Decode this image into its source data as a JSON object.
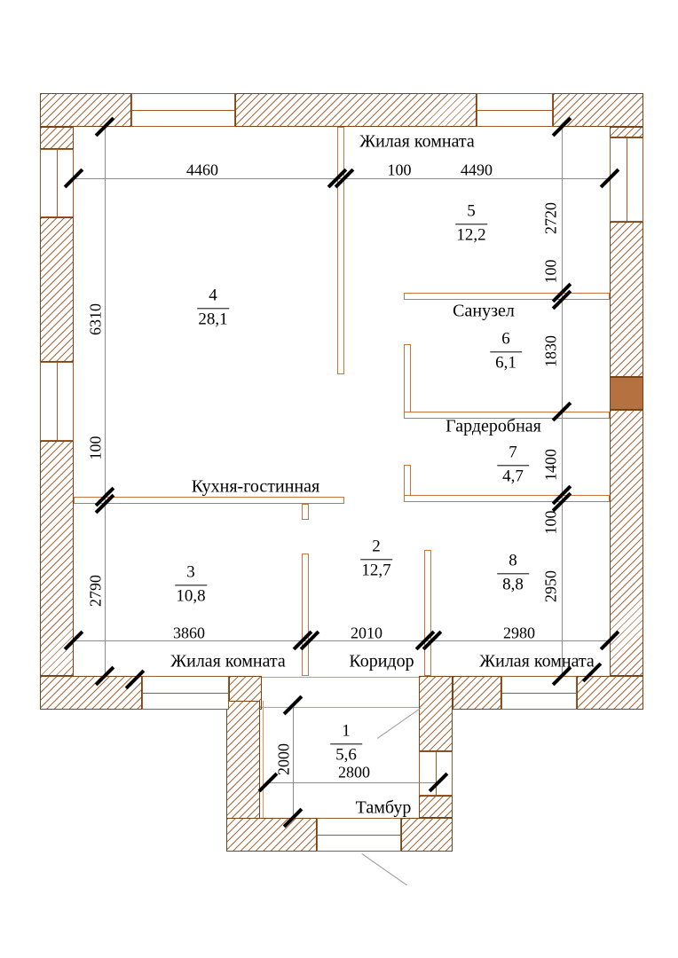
{
  "rooms": {
    "r1": {
      "num": "1",
      "area": "5,6",
      "name": "Тамбур"
    },
    "r2": {
      "num": "2",
      "area": "12,7",
      "name": "Коридор"
    },
    "r3": {
      "num": "3",
      "area": "10,8",
      "name": "Жилая комната"
    },
    "r4": {
      "num": "4",
      "area": "28,1",
      "name": "Кухня-гостинная"
    },
    "r5": {
      "num": "5",
      "area": "12,2",
      "name": "Жилая комната"
    },
    "r6": {
      "num": "6",
      "area": "6,1",
      "name": "Санузел"
    },
    "r7": {
      "num": "7",
      "area": "4,7",
      "name": "Гардеробная"
    },
    "r8": {
      "num": "8",
      "area": "8,8",
      "name": "Жилая комната"
    }
  },
  "dims": {
    "top": {
      "a": "4460",
      "b": "100",
      "c": "4490"
    },
    "left": {
      "a": "6310",
      "b": "100",
      "c": "2790"
    },
    "right": {
      "a": "2720",
      "b": "100",
      "c": "1830",
      "d": "1400",
      "e": "100",
      "f": "2950"
    },
    "bottom": {
      "a": "3860",
      "b": "2010",
      "c": "2980"
    },
    "vestibule": {
      "height": "2000",
      "width": "2800"
    }
  },
  "colors": {
    "wall_outline": "#7a4418",
    "wall_hatch": "#a05a28",
    "interior_wall": "#c8743c",
    "dimension_tick": "#000000"
  }
}
